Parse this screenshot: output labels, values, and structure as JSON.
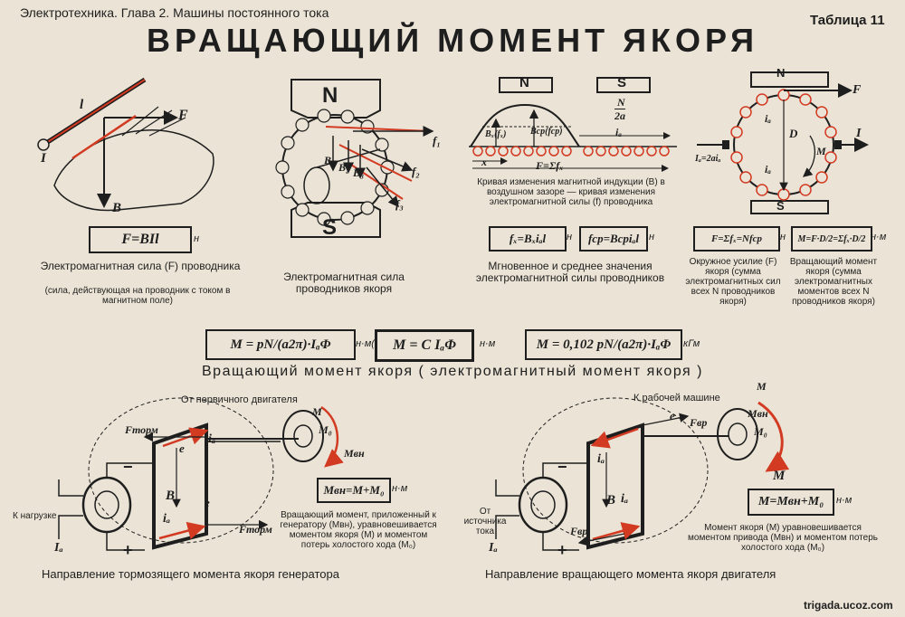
{
  "header": {
    "subject": "Электротехника. Глава 2. Машины постоянного тока",
    "table_no": "Таблица 11",
    "title": "ВРАЩАЮЩИЙ МОМЕНТ ЯКОРЯ"
  },
  "panel_force": {
    "formula": "F=BIl",
    "unit": "н",
    "caption_title": "Электромагнитная сила (F) проводника",
    "caption_sub": "(сила, действующая на проводник с током в магнитном поле)",
    "label_F": "F",
    "label_B": "B",
    "label_I": "I",
    "label_l": "l"
  },
  "panel_armature": {
    "pole_n": "N",
    "pole_s": "S",
    "caption": "Электромагнитная сила проводников якоря",
    "label_B": "B",
    "label_B2": "B₂",
    "label_B3": "B₃",
    "label_f1": "f₁",
    "label_f2": "f₂",
    "label_f3": "f₃"
  },
  "panel_induction": {
    "pole_n": "N",
    "pole_s": "S",
    "label_pitch_num": "N",
    "label_pitch_den": "2a",
    "label_bx": "Bₓ(fₓ)",
    "label_bcp": "Bср(fср)",
    "label_ia": "iₐ",
    "label_x": "x",
    "label_sum": "F=Σfₓ",
    "caption": "Кривая изменения магнитной индукции (B) в воздушном зазоре — кривая изменения электромагнитной силы (f) проводника",
    "formula1": "fₓ=Bₓiₐl",
    "formula2": "fср=Bсрiₐl",
    "unit": "н",
    "caption2": "Мгновенное и среднее значения электромагнитной силы проводников"
  },
  "panel_ring": {
    "pole_n": "N",
    "pole_s": "S",
    "label_F": "F",
    "label_I": "I",
    "label_D": "D",
    "label_M": "M",
    "label_ia": "iₐ",
    "label_ia2": "iₐ",
    "label_Ia": "Iₐ=2aiₐ",
    "formula1": "F=Σfₓ=Nfср",
    "formula2": "M=F·D/2=Σfₓ·D/2",
    "unit": "н",
    "unit2": "н·м",
    "caption1": "Окружное усилие (F) якоря (сумма электромагнитных сил всех N проводников якоря)",
    "caption2": "Вращающий момент якоря (сумма электромагнитных моментов всех N проводников якоря)"
  },
  "torque_formulas": {
    "f1": "M = pN/(a2π)·IₐΦ",
    "u1": "н·м(дж)",
    "f2": "M = C IₐΦ",
    "u2": "н·м",
    "f3": "M = 0,102 pN/(a2π)·IₐΦ",
    "u3": "кГм",
    "subtitle": "Вращающий момент якоря ( электромагнитный момент якоря )"
  },
  "generator": {
    "top_label": "От первичного двигателя",
    "formula": "Mвн=M+M₀",
    "unit": "н·м",
    "caption": "Вращающий момент, приложенный к генератору (Mвн), уравновешивается моментом якоря (M) и моментом потерь холостого хода (M₀)",
    "load_label": "К нагрузке",
    "bottom": "Направление тормозящего момента якоря генератора",
    "label_F_top": "Fторм",
    "label_F_bot": "Fторм",
    "label_ia": "iₐ",
    "label_ia2": "iₐ",
    "label_Ia": "Iₐ",
    "label_B": "B",
    "label_e": "e",
    "label_e2": "e",
    "label_M": "M",
    "label_M0": "M₀",
    "label_Mvn": "Mвн",
    "minus": "−",
    "plus": "+"
  },
  "motor": {
    "top_label": "К рабочей машине",
    "formula": "M=Mвн+M₀",
    "unit": "н·м",
    "caption": "Момент якоря (M) уравновешивается моментом привода (Mвн) и моментом потерь холостого хода (M₀)",
    "source_label": "От источника тока",
    "bottom": "Направление вращающего момента якоря двигателя",
    "label_F_top": "Fвр",
    "label_F_bot": "Fвр",
    "label_ia": "iₐ",
    "label_ia2": "iₐ",
    "label_Ia": "Iₐ",
    "label_B": "B",
    "label_e": "e",
    "label_M": "M",
    "label_M0": "M₀",
    "label_Mvn": "Mвн",
    "minus": "−",
    "plus": "+"
  },
  "watermark": "trigada.ucoz.com",
  "colors": {
    "ink": "#1e1e1e",
    "red": "#d23a22",
    "paper": "#ebe4d6"
  }
}
